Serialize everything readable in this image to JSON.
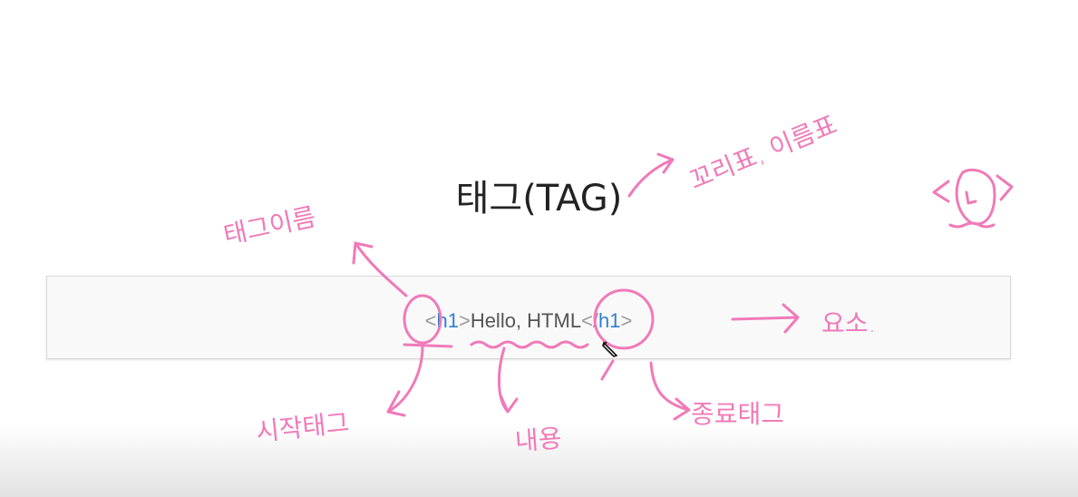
{
  "slide": {
    "title": "태그(TAG)"
  },
  "code": {
    "open_bracket_start": "<",
    "tag_name_open": "h1",
    "close_bracket_start": ">",
    "content": "Hello, HTML",
    "open_bracket_end": "</",
    "tag_name_close": "h1",
    "close_bracket_end": ">"
  },
  "annotations": {
    "tag_name_label": "태그이름",
    "start_tag_label": "시작태그",
    "content_label": "내용",
    "end_tag_label": "종료태그",
    "element_label": "요소.",
    "bracket_label": "꼬리표, 이름표"
  },
  "colors": {
    "annotation_pink": "#f07ab8",
    "tag_blue": "#2f80d0",
    "bracket_gray": "#9a9a9a",
    "text_gray": "#555555"
  }
}
